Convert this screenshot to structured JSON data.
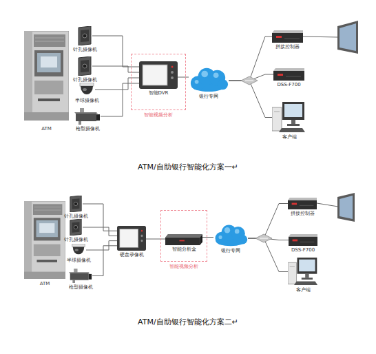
{
  "diagram": {
    "nodes": [
      {
        "text": [
          "ATM"
        ]
      },
      {
        "text": [
          "针孔摄像机"
        ]
      },
      {
        "text": [
          "针孔摄像机"
        ]
      },
      {
        "text": [
          "半球摄像机"
        ]
      },
      {
        "text": [
          "枪型摄像机"
        ]
      },
      {
        "text": [
          "智能视频分析"
        ]
      },
      {
        "text": [
          "智能DVR"
        ],
        "in": 5
      },
      {
        "text": [
          "银行专网"
        ]
      },
      {
        "text": [
          "拼接控制器"
        ]
      },
      {
        "text": [
          "DSS-F700"
        ]
      },
      {
        "text": [
          "客户端"
        ]
      },
      {
        "text": [
          "ATM"
        ]
      },
      {
        "text": [
          "针孔摄像机"
        ]
      },
      {
        "text": [
          "针孔摄像机"
        ]
      },
      {
        "text": [
          "半球摄像机"
        ]
      },
      {
        "text": [
          "枪型摄像机"
        ]
      },
      {
        "text": [
          "硬盘录像机"
        ]
      },
      {
        "text": [
          "智能视频分析"
        ]
      },
      {
        "text": [
          "智能分析盒"
        ],
        "in": 17
      },
      {
        "text": [
          "银行专网"
        ]
      },
      {
        "text": [
          "拼接控制器"
        ]
      },
      {
        "text": [
          "DSS-F700"
        ]
      },
      {
        "text": [
          "客户端"
        ]
      }
    ],
    "edges": [
      {
        "from": 1,
        "to": 6,
        "arrow": "none"
      },
      {
        "from": 2,
        "to": 6,
        "arrow": "none"
      },
      {
        "from": 3,
        "to": 6,
        "arrow": "none"
      },
      {
        "from": 4,
        "to": 6,
        "arrow": "none"
      },
      {
        "from": 6,
        "to": 7,
        "arrow": "none"
      },
      {
        "from": 7,
        "to": 8,
        "arrow": "none"
      },
      {
        "from": 7,
        "to": 9,
        "arrow": "none"
      },
      {
        "from": 7,
        "to": 10,
        "arrow": "none"
      },
      {
        "from": 12,
        "to": 16,
        "arrow": "none"
      },
      {
        "from": 13,
        "to": 16,
        "arrow": "none"
      },
      {
        "from": 14,
        "to": 16,
        "arrow": "none"
      },
      {
        "from": 15,
        "to": 16,
        "arrow": "none"
      },
      {
        "from": 16,
        "to": 18,
        "arrow": "none"
      },
      {
        "from": 18,
        "to": 19,
        "arrow": "none"
      },
      {
        "from": 19,
        "to": 20,
        "arrow": "none"
      },
      {
        "from": 19,
        "to": 21,
        "arrow": "none"
      },
      {
        "from": 19,
        "to": 22,
        "arrow": "none"
      }
    ],
    "labels": [
      "ATM/自助银行智能化方案一↵",
      "ATM/自助银行智能化方案二↵"
    ]
  }
}
